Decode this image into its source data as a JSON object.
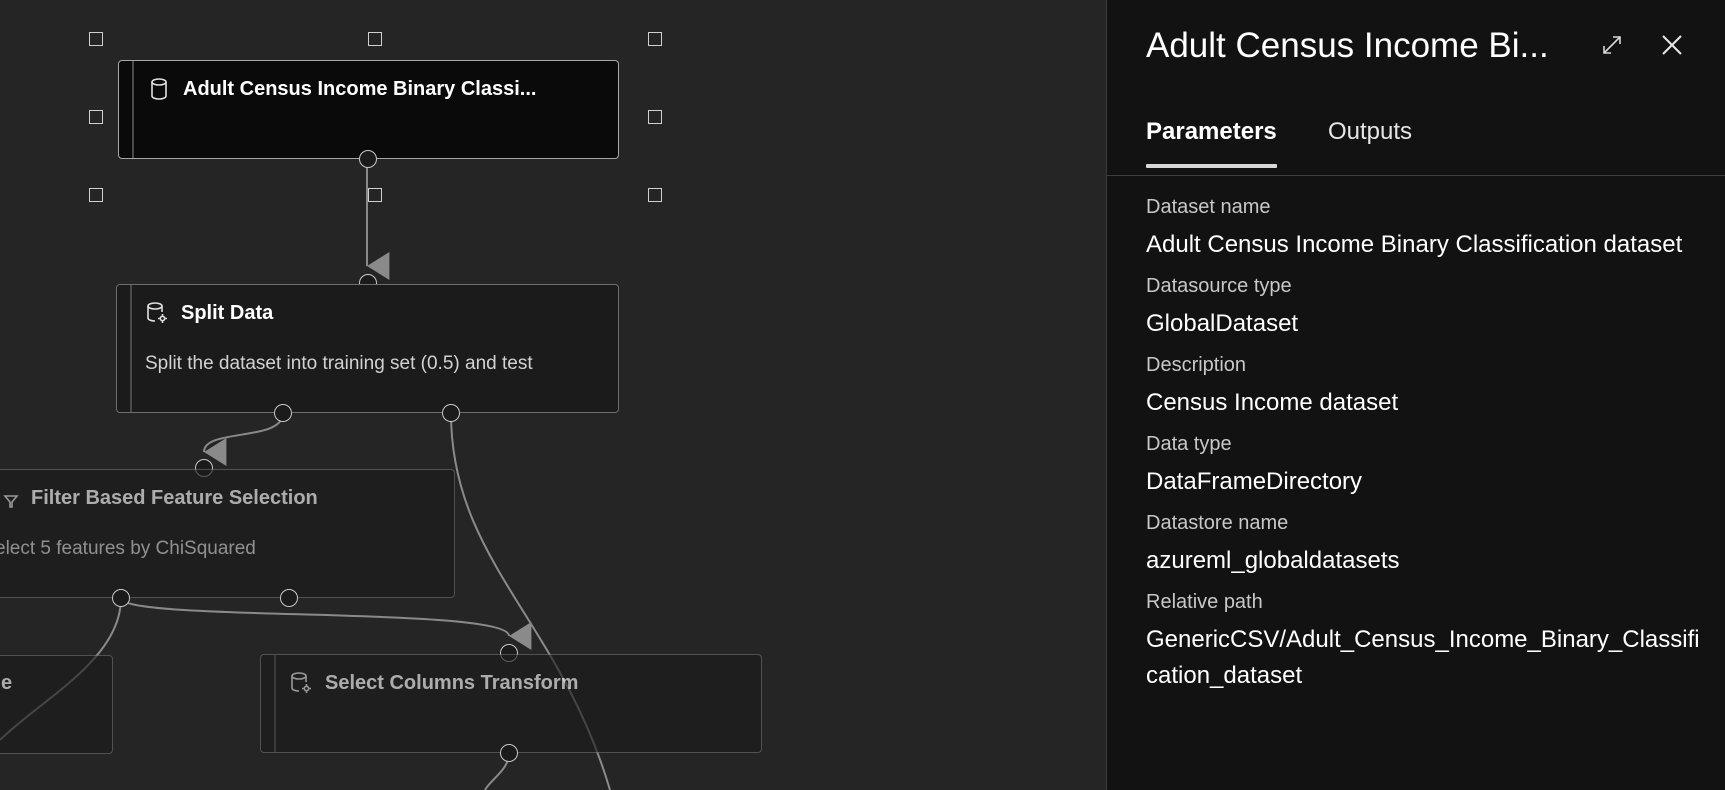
{
  "pipeline": {
    "nodes": {
      "dataset": {
        "title": "Adult Census Income Binary Classi..."
      },
      "split": {
        "title": "Split Data",
        "description": "Split the dataset into training set (0.5) and test"
      },
      "filter": {
        "title": "Filter Based Feature Selection",
        "description": "elect 5 features by ChiSquared"
      },
      "partial": {
        "title": "e"
      },
      "select": {
        "title": "Select Columns Transform"
      }
    },
    "icons": {
      "dataset": "database-icon",
      "module": "database-gear-icon",
      "filter": "filter-icon"
    }
  },
  "panel": {
    "title": "Adult Census Income Bi...",
    "expand_icon": "expand-icon",
    "close_icon": "close-icon",
    "tabs": [
      {
        "label": "Parameters",
        "active": true
      },
      {
        "label": "Outputs",
        "active": false
      }
    ],
    "fields": [
      {
        "label": "Dataset name",
        "value": "Adult Census Income Binary Classification dataset"
      },
      {
        "label": "Datasource type",
        "value": "GlobalDataset"
      },
      {
        "label": "Description",
        "value": "Census Income dataset"
      },
      {
        "label": "Data type",
        "value": "DataFrameDirectory"
      },
      {
        "label": "Datastore name",
        "value": "azureml_globaldatasets"
      },
      {
        "label": "Relative path",
        "value": "GenericCSV/Adult_Census_Income_Binary_Classification_dataset"
      }
    ]
  },
  "colors": {
    "canvas_bg": "#252526",
    "panel_bg": "#121212",
    "node_border": "#6d6d6d",
    "edge": "#8a8a8a"
  }
}
